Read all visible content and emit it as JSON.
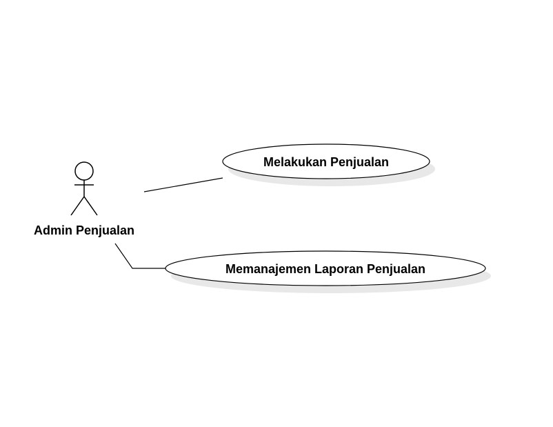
{
  "diagram": {
    "type": "use-case",
    "actor": {
      "name": "Admin Penjualan",
      "icon": "stick-figure-actor-icon"
    },
    "use_cases": [
      {
        "label": "Melakukan Penjualan"
      },
      {
        "label": "Memanajemen Laporan Penjualan"
      }
    ],
    "associations": [
      {
        "from": "Admin Penjualan",
        "to": "Melakukan Penjualan"
      },
      {
        "from": "Admin Penjualan",
        "to": "Memanajemen Laporan Penjualan"
      }
    ],
    "colors": {
      "line": "#000000",
      "fill": "#ffffff",
      "shadow": "#e8e8e8"
    }
  }
}
